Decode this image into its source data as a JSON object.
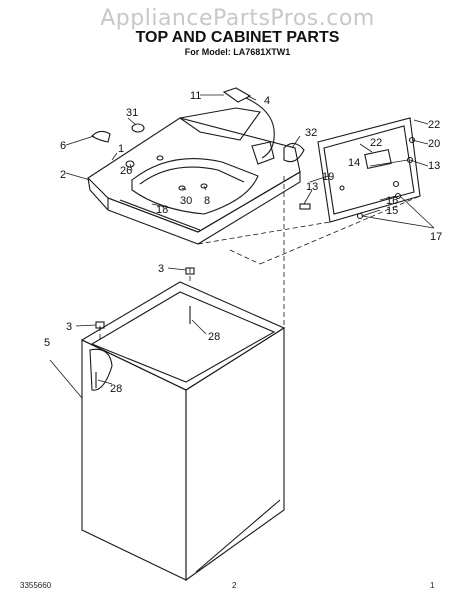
{
  "watermark": "AppliancePartsPros.com",
  "header": {
    "title": "TOP AND CABINET PARTS",
    "model": "For Model: LA7681XTW1"
  },
  "callouts": {
    "c1": "1",
    "c2": "2",
    "c3a": "3",
    "c3b": "3",
    "c4": "4",
    "c5": "5",
    "c6": "6",
    "c8": "8",
    "c11": "11",
    "c13a": "13",
    "c13b": "13",
    "c14": "14",
    "c15": "15",
    "c16": "16",
    "c17": "17",
    "c18": "18",
    "c19": "19",
    "c20": "20",
    "c22a": "22",
    "c22b": "22",
    "c26": "26",
    "c28a": "28",
    "c28b": "28",
    "c30": "30",
    "c31": "31",
    "c32": "32"
  },
  "footer": {
    "doc_number": "3355660",
    "page_number": "2",
    "mark": "1"
  }
}
